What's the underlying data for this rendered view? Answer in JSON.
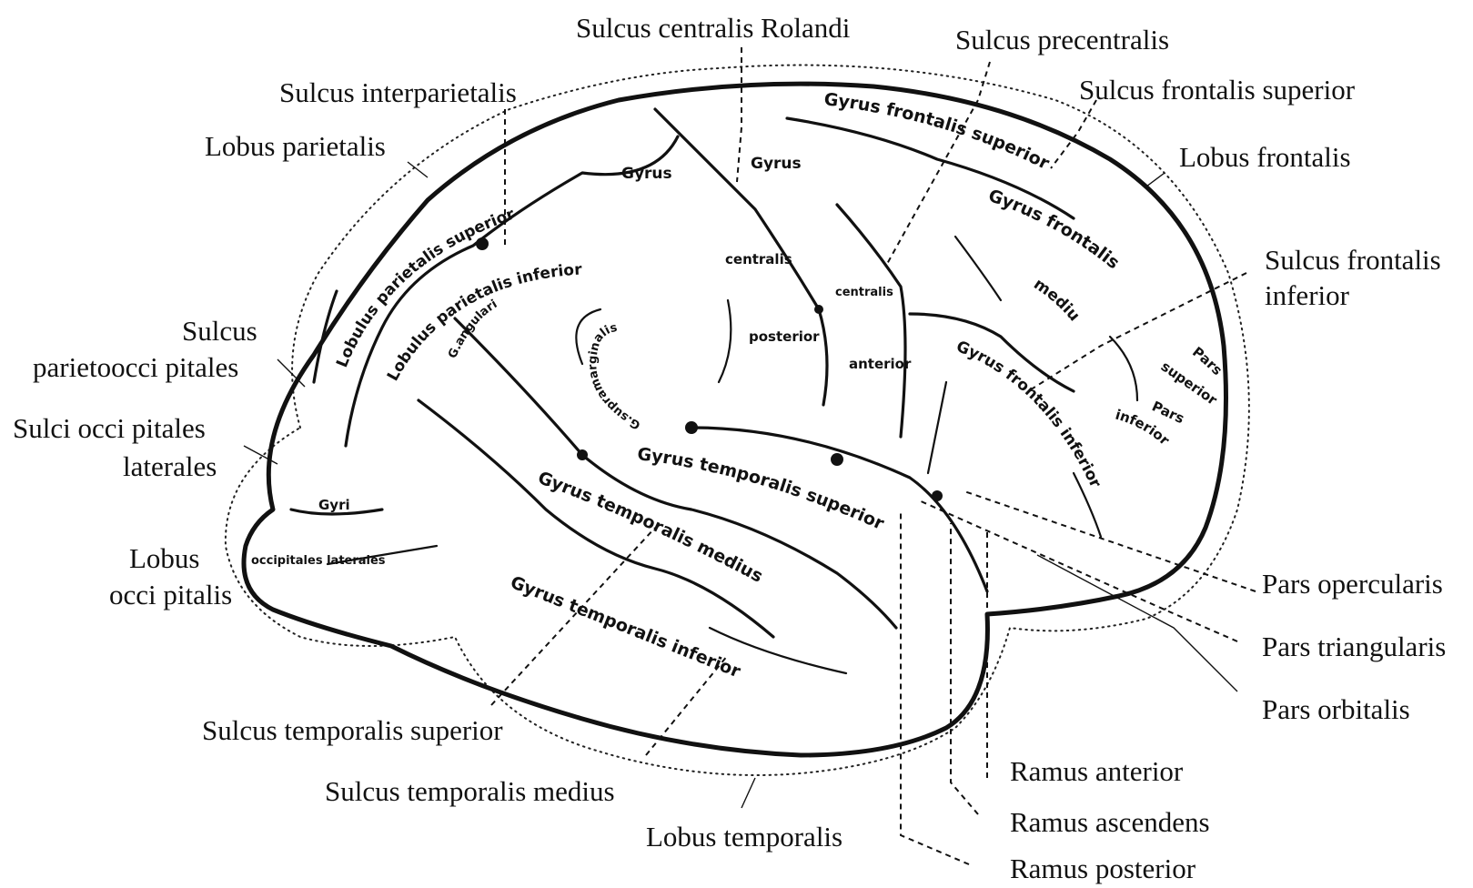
{
  "labels": {
    "sulcus_centralis_rolandi": "Sulcus centralis Rolandi",
    "sulcus_precentralis": "Sulcus precentralis",
    "sulcus_interparietalis": "Sulcus interparietalis",
    "sulcus_frontalis_superior": "Sulcus frontalis superior",
    "lobus_parietalis": "Lobus parietalis",
    "lobus_frontalis": "Lobus frontalis",
    "sulcus_frontalis_inferior_1": "Sulcus frontalis",
    "sulcus_frontalis_inferior_2": "inferior",
    "sulcus_parietooccipitales_1": "Sulcus",
    "sulcus_parietooccipitales_2": "parietoocci pitales",
    "sulci_occipitales_1": "Sulci occi pitales",
    "sulci_occipitales_2": "laterales",
    "lobus_occipitalis_1": "Lobus",
    "lobus_occipitalis_2": "occi pitalis",
    "pars_opercularis": "Pars opercularis",
    "pars_triangularis": "Pars triangularis",
    "pars_orbitalis": "Pars orbitalis",
    "sulcus_temporalis_superior": "Sulcus temporalis superior",
    "sulcus_temporalis_medius": "Sulcus temporalis medius",
    "lobus_temporalis": "Lobus temporalis",
    "ramus_anterior": "Ramus anterior",
    "ramus_ascendens": "Ramus ascendens",
    "ramus_posterior": "Ramus posterior"
  },
  "gyri": {
    "gyrus_frontalis_superior": "Gyrus frontalis superior",
    "gyrus_frontalis_medius_1": "Gyrus frontalis",
    "gyrus_frontalis_medius_2": "medius",
    "gyrus_frontalis_inferior": "Gyrus frontalis inferior",
    "pars_superior_1": "Pars",
    "pars_superior_2": "superior",
    "pars_inferior_1": "Pars",
    "pars_inferior_2": "inferior",
    "gyrus_pre_1": "Gyrus",
    "gyrus_pre_2": "centralis",
    "gyrus_pre_3": "anterior",
    "gyrus_post_1": "Gyrus",
    "gyrus_post_2": "centralis",
    "gyrus_post_3": "posterior",
    "lobulus_parietalis_superior": "Lobulus parietalis superior",
    "lobulus_parietalis_inferior": "Lobulus parietalis inferior",
    "g_angularis": "G.angularis",
    "g_supramarginalis": "G.supramarginalis",
    "gyrus_temporalis_superior": "Gyrus temporalis superior",
    "gyrus_temporalis_medius": "Gyrus temporalis medius",
    "gyrus_temporalis_inferior": "Gyrus temporalis inferior",
    "gyri_occ_1": "Gyri",
    "gyri_occ_2": "occipitales laterales"
  }
}
